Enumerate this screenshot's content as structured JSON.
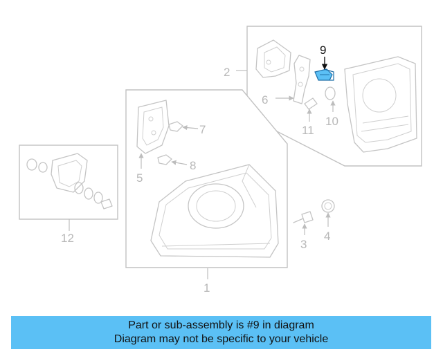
{
  "diagram": {
    "callouts": {
      "c1": "1",
      "c2": "2",
      "c3": "3",
      "c4": "4",
      "c5": "5",
      "c6": "6",
      "c7": "7",
      "c8": "8",
      "c9": "9",
      "c10": "10",
      "c11": "11",
      "c12": "12"
    },
    "highlighted_part": "9",
    "highlight_color": "#5bc0f5"
  },
  "banner": {
    "line1": "Part or sub-assembly is #9 in diagram",
    "line2": "Diagram may not be specific to your vehicle",
    "background": "#5bc0f5"
  }
}
